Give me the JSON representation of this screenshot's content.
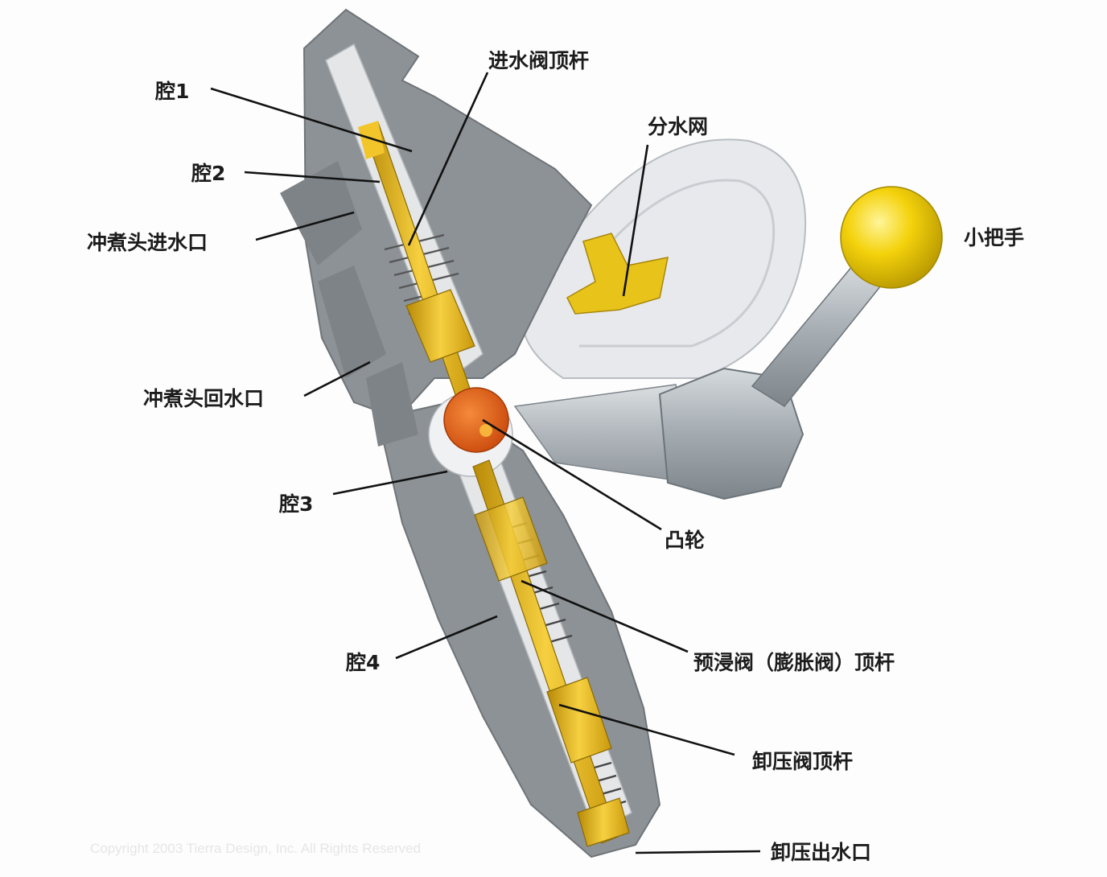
{
  "labels": {
    "cavity1": "腔1",
    "cavity2": "腔2",
    "inlet": "冲煮头进水口",
    "return": "冲煮头回水口",
    "cavity3": "腔3",
    "cavity4": "腔4",
    "inlet_valve_rod": "进水阀顶杆",
    "splitter": "分水网",
    "handle": "小把手",
    "cam": "凸轮",
    "preinfusion_rod": "预浸阀（膨胀阀）顶杆",
    "release_rod": "卸压阀顶杆",
    "release_outlet": "卸压出水口"
  },
  "watermark": "Copyright 2003 Tierra Design, Inc. All Rights Reserved",
  "colors": {
    "body": "#8d9296",
    "body_dark": "#6f7478",
    "cavity": "#e4e6e8",
    "brass": "#e2b314",
    "cam": "#e25a12",
    "knob": "#f3d210",
    "handle_metal": "#a9b0b6"
  }
}
